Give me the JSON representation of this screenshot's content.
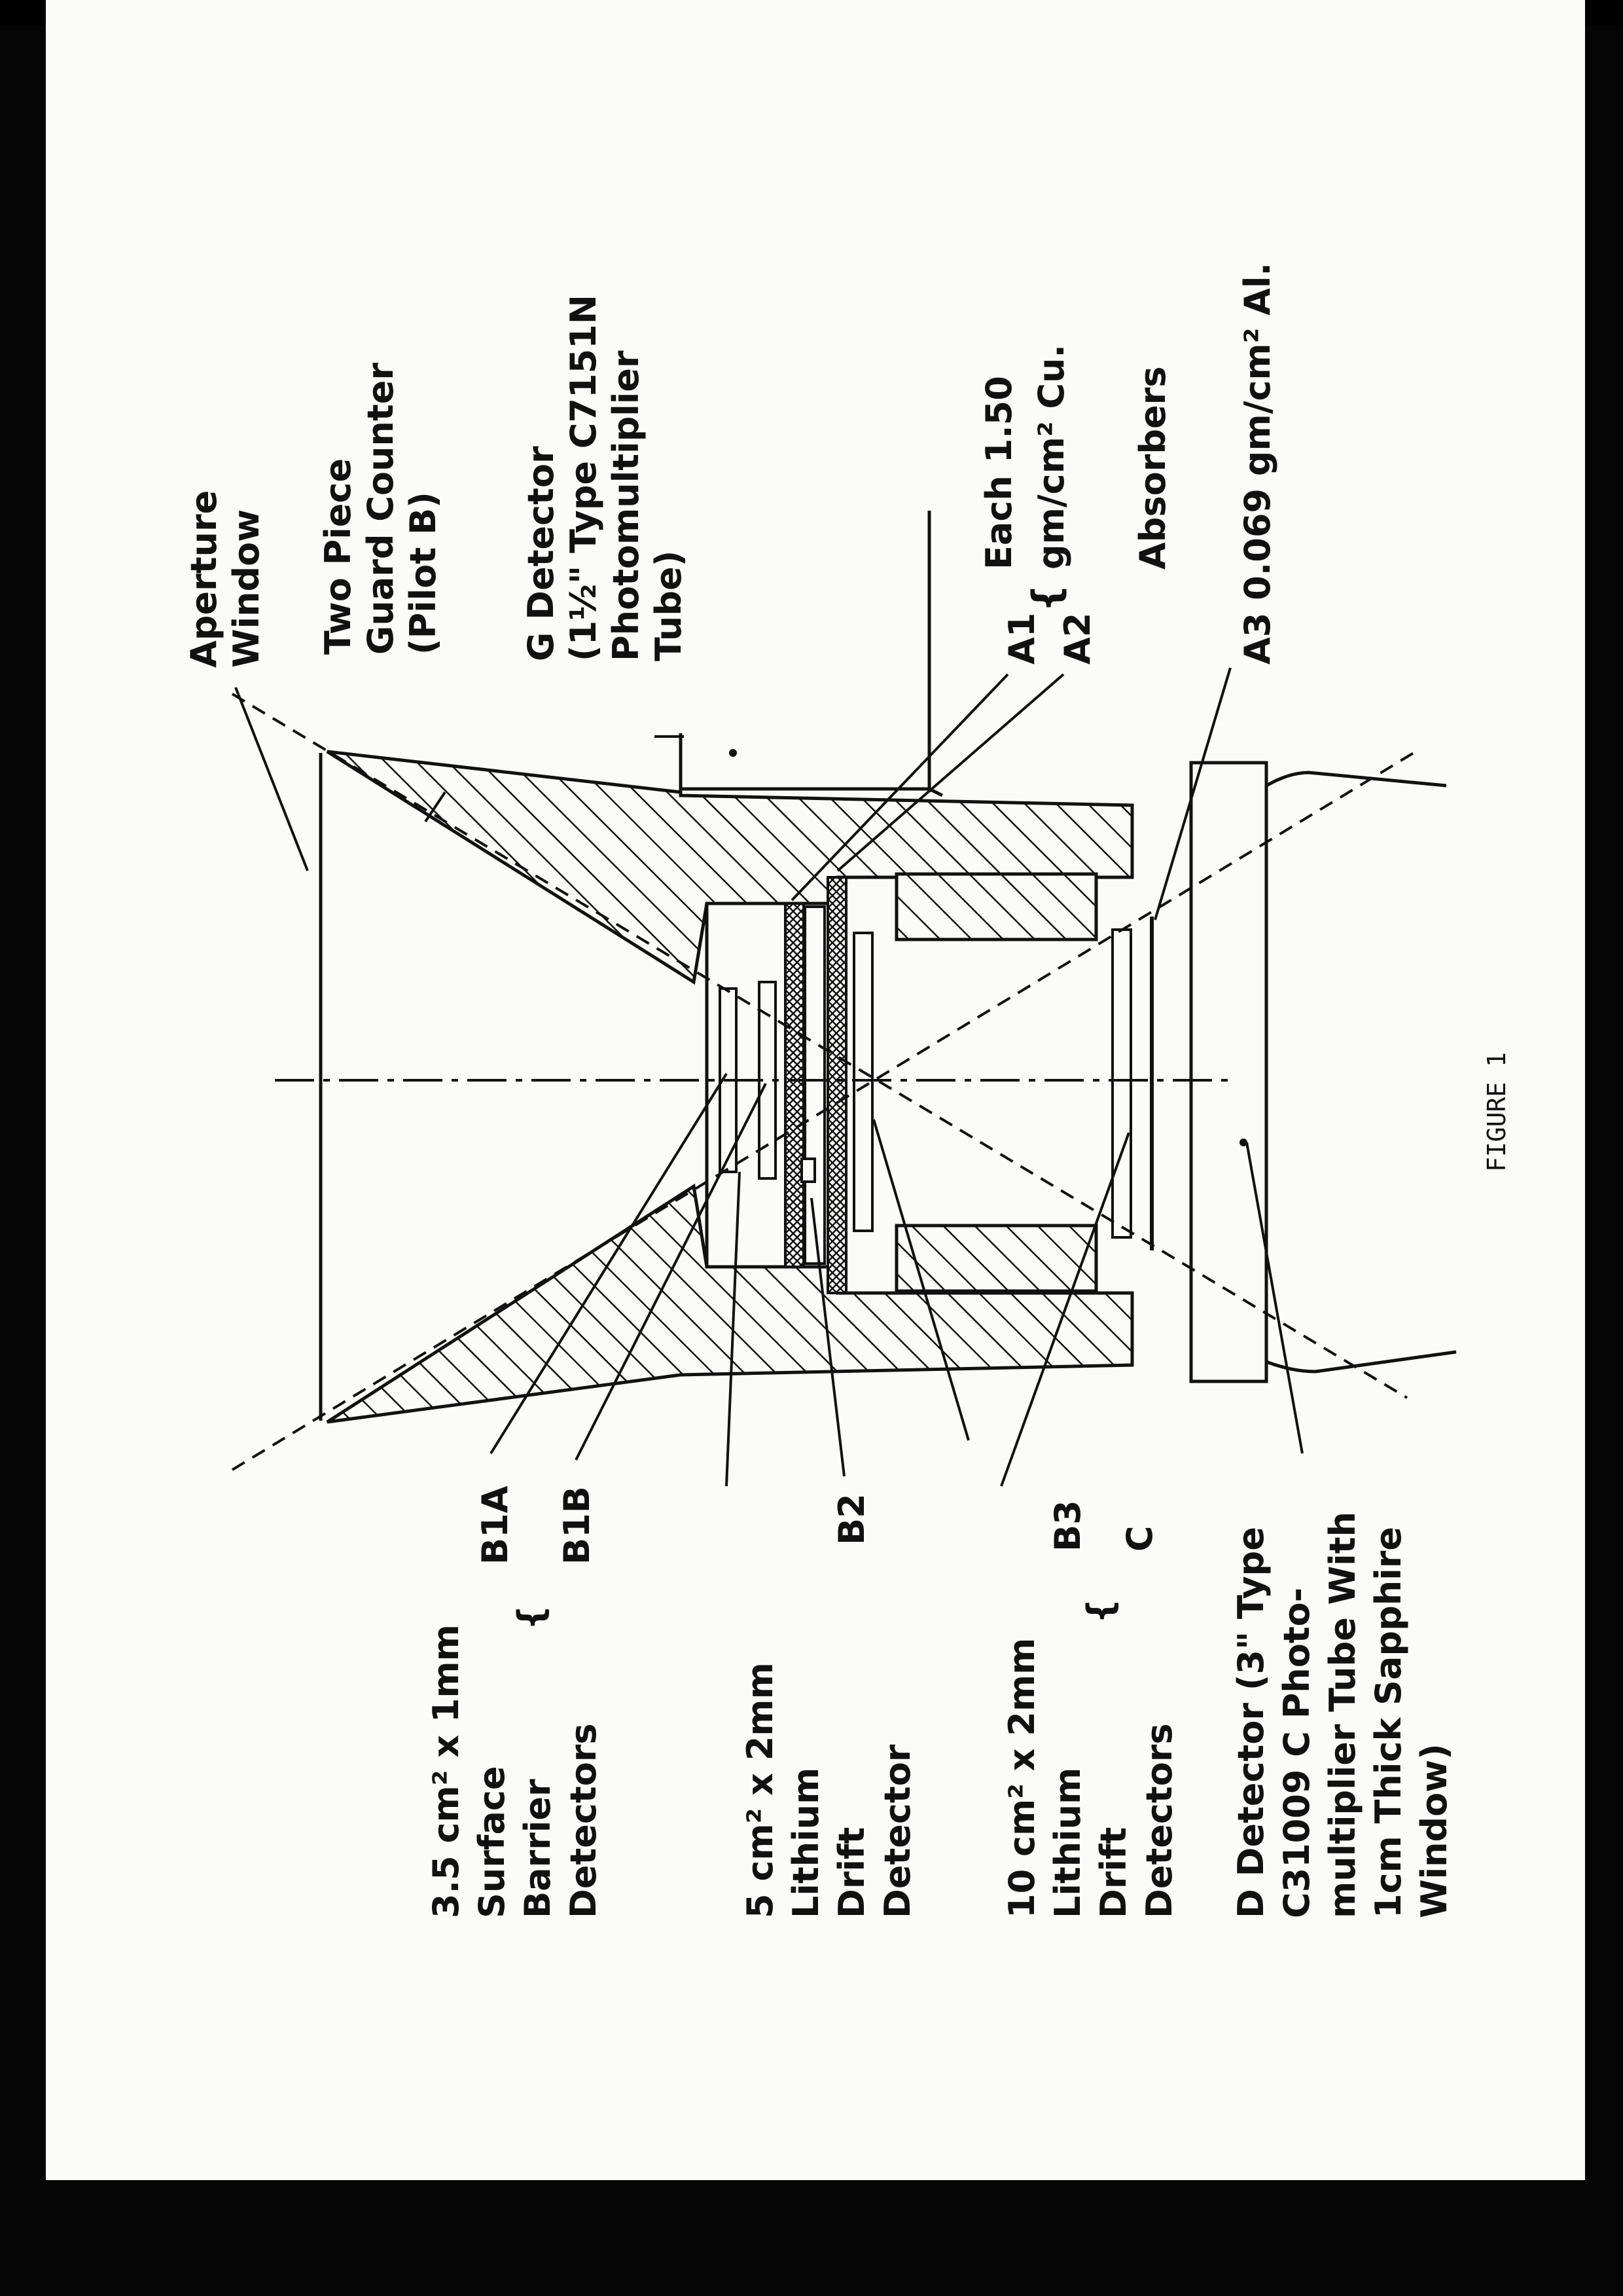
{
  "diagram": {
    "caption": "FIGURE 1",
    "top_labels": [
      {
        "key": "aperture",
        "lines": [
          "Aperture",
          "Window"
        ]
      },
      {
        "key": "guard",
        "lines": [
          "Two Piece",
          "Guard Counter",
          "(Pilot B)"
        ]
      },
      {
        "key": "gdet",
        "lines": [
          "G Detector",
          "(1½\" Type C7151N",
          "Photomultiplier",
          "Tube)"
        ]
      },
      {
        "key": "a1",
        "text": "A1"
      },
      {
        "key": "a2",
        "text": "A2"
      },
      {
        "key": "absorbers",
        "lines": [
          "Each 1.50",
          "gm/cm² Cu.",
          "Absorbers"
        ]
      },
      {
        "key": "a3",
        "text": "A3  0.069 gm/cm² Al."
      }
    ],
    "bottom_labels": [
      {
        "key": "surface",
        "lines": [
          "3.5 cm² x 1mm",
          "Surface",
          "Barrier",
          "Detectors"
        ]
      },
      {
        "key": "b1a",
        "text": "B1A"
      },
      {
        "key": "b1b",
        "text": "B1B"
      },
      {
        "key": "lith5",
        "lines": [
          "5 cm² x 2mm",
          "Lithium",
          "Drift",
          "Detector"
        ]
      },
      {
        "key": "b2",
        "text": "B2"
      },
      {
        "key": "lith10",
        "lines": [
          "10 cm² x 2mm",
          "Lithium",
          "Drift",
          "Detectors"
        ]
      },
      {
        "key": "b3",
        "text": "B3"
      },
      {
        "key": "c",
        "text": "C"
      },
      {
        "key": "ddet",
        "lines": [
          "D  Detector (3\" Type",
          "C31009 C  Photo-",
          "multiplier Tube With",
          "1cm Thick Sapphire",
          "Window)"
        ]
      }
    ]
  }
}
